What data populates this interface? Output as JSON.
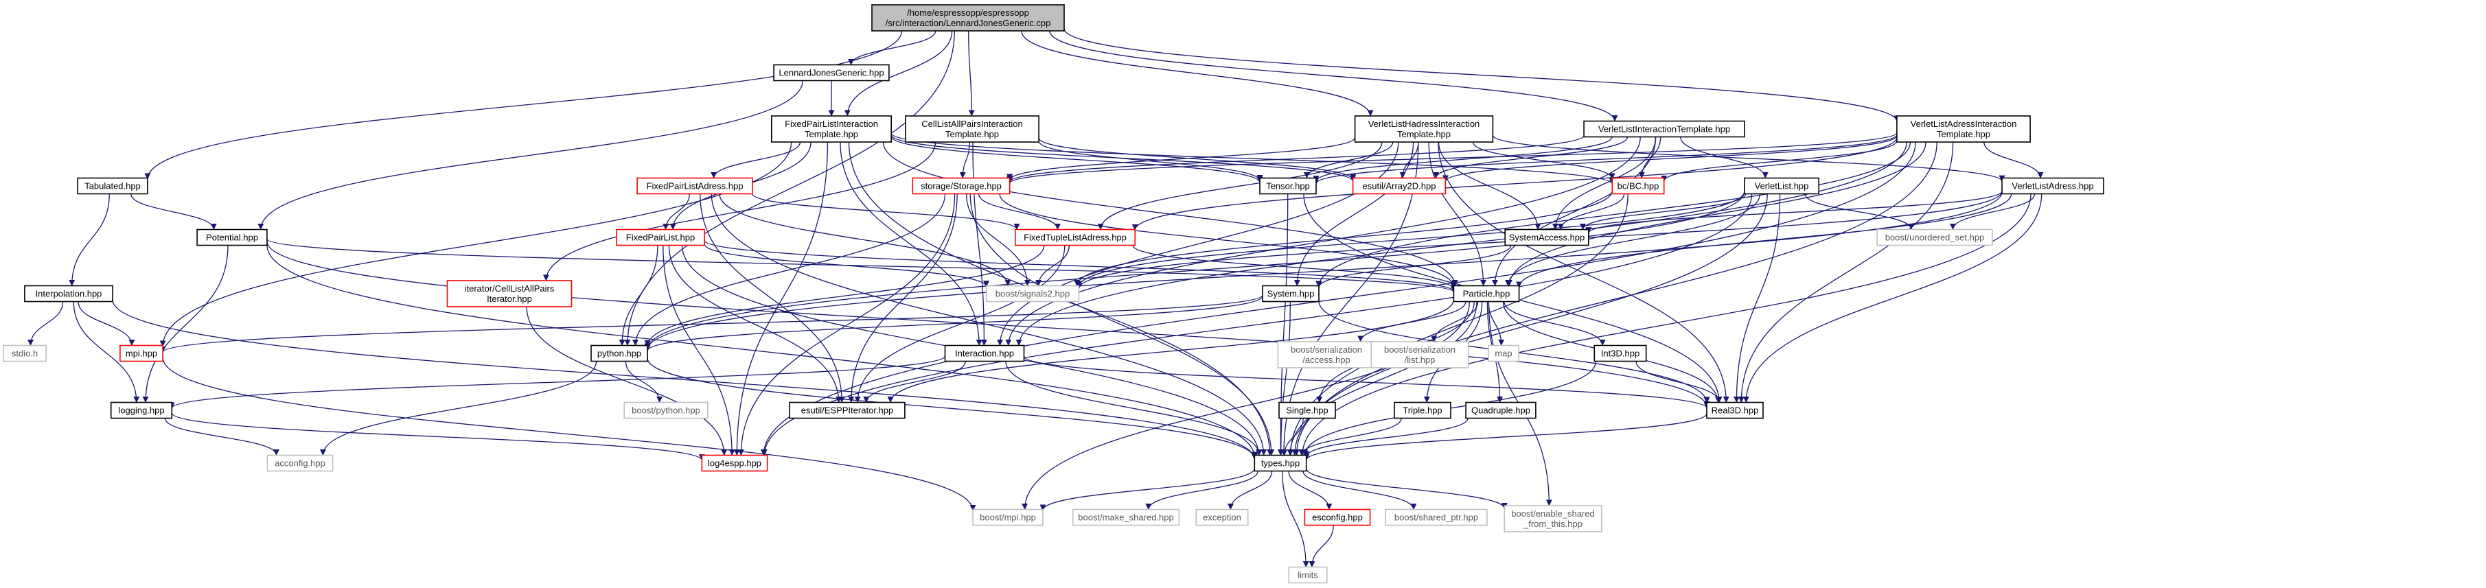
{
  "graph": {
    "colors": {
      "edge": "#191970",
      "node_border": "#000000",
      "missing_border": "#ff0000",
      "system_border": "#bfbfbf",
      "root_fill": "#bfbfbf",
      "text": "#000000",
      "system_text": "#5a5a5a"
    },
    "nodes": [
      {
        "id": "root",
        "lines": [
          "/home/espressopp/espressopp",
          "/src/interaction/LennardJonesGeneric.cpp"
        ],
        "kind": "root"
      },
      {
        "id": "ljg",
        "lines": [
          "LennardJonesGeneric.hpp"
        ],
        "kind": "normal"
      },
      {
        "id": "fpl_tpl",
        "lines": [
          "FixedPairListInteraction",
          "Template.hpp"
        ],
        "kind": "normal"
      },
      {
        "id": "cell_tpl",
        "lines": [
          "CellListAllPairsInteraction",
          "Template.hpp"
        ],
        "kind": "normal"
      },
      {
        "id": "vlh_tpl",
        "lines": [
          "VerletListHadressInteraction",
          "Template.hpp"
        ],
        "kind": "normal"
      },
      {
        "id": "vl_tpl",
        "lines": [
          "VerletListInteractionTemplate.hpp"
        ],
        "kind": "normal"
      },
      {
        "id": "vla_tpl",
        "lines": [
          "VerletListAdressInteraction",
          "Template.hpp"
        ],
        "kind": "normal"
      },
      {
        "id": "tabulated",
        "lines": [
          "Tabulated.hpp"
        ],
        "kind": "normal"
      },
      {
        "id": "fpla",
        "lines": [
          "FixedPairListAdress.hpp"
        ],
        "kind": "missing"
      },
      {
        "id": "storage",
        "lines": [
          "storage/Storage.hpp"
        ],
        "kind": "missing"
      },
      {
        "id": "tensor",
        "lines": [
          "Tensor.hpp"
        ],
        "kind": "normal"
      },
      {
        "id": "array2d",
        "lines": [
          "esutil/Array2D.hpp"
        ],
        "kind": "missing"
      },
      {
        "id": "bc",
        "lines": [
          "bc/BC.hpp"
        ],
        "kind": "missing"
      },
      {
        "id": "vlist",
        "lines": [
          "VerletList.hpp"
        ],
        "kind": "normal"
      },
      {
        "id": "vla",
        "lines": [
          "VerletListAdress.hpp"
        ],
        "kind": "normal"
      },
      {
        "id": "potential",
        "lines": [
          "Potential.hpp"
        ],
        "kind": "normal"
      },
      {
        "id": "fpl",
        "lines": [
          "FixedPairList.hpp"
        ],
        "kind": "missing"
      },
      {
        "id": "ftla",
        "lines": [
          "FixedTupleListAdress.hpp"
        ],
        "kind": "missing"
      },
      {
        "id": "sysaccess",
        "lines": [
          "SystemAccess.hpp"
        ],
        "kind": "normal"
      },
      {
        "id": "unordered",
        "lines": [
          "boost/unordered_set.hpp"
        ],
        "kind": "system"
      },
      {
        "id": "interp",
        "lines": [
          "Interpolation.hpp"
        ],
        "kind": "normal"
      },
      {
        "id": "iterator",
        "lines": [
          "iterator/CellListAllPairs",
          "Iterator.hpp"
        ],
        "kind": "missing"
      },
      {
        "id": "signals2",
        "lines": [
          "boost/signals2.hpp"
        ],
        "kind": "system"
      },
      {
        "id": "system",
        "lines": [
          "System.hpp"
        ],
        "kind": "normal"
      },
      {
        "id": "particle",
        "lines": [
          "Particle.hpp"
        ],
        "kind": "normal"
      },
      {
        "id": "stdio",
        "lines": [
          "stdio.h"
        ],
        "kind": "system"
      },
      {
        "id": "mpi",
        "lines": [
          "mpi.hpp"
        ],
        "kind": "missing"
      },
      {
        "id": "python",
        "lines": [
          "python.hpp"
        ],
        "kind": "normal"
      },
      {
        "id": "interaction",
        "lines": [
          "Interaction.hpp"
        ],
        "kind": "normal"
      },
      {
        "id": "ser_access",
        "lines": [
          "boost/serialization",
          "/access.hpp"
        ],
        "kind": "system"
      },
      {
        "id": "ser_list",
        "lines": [
          "boost/serialization",
          "/list.hpp"
        ],
        "kind": "system"
      },
      {
        "id": "map",
        "lines": [
          "map"
        ],
        "kind": "system"
      },
      {
        "id": "int3d",
        "lines": [
          "Int3D.hpp"
        ],
        "kind": "normal"
      },
      {
        "id": "logging",
        "lines": [
          "logging.hpp"
        ],
        "kind": "normal"
      },
      {
        "id": "boost_python",
        "lines": [
          "boost/python.hpp"
        ],
        "kind": "system"
      },
      {
        "id": "esppiter",
        "lines": [
          "esutil/ESPPIterator.hpp"
        ],
        "kind": "normal"
      },
      {
        "id": "real3d",
        "lines": [
          "Real3D.hpp"
        ],
        "kind": "normal"
      },
      {
        "id": "single",
        "lines": [
          "Single.hpp"
        ],
        "kind": "normal"
      },
      {
        "id": "triple",
        "lines": [
          "Triple.hpp"
        ],
        "kind": "normal"
      },
      {
        "id": "quadruple",
        "lines": [
          "Quadruple.hpp"
        ],
        "kind": "normal"
      },
      {
        "id": "acconfig",
        "lines": [
          "acconfig.hpp"
        ],
        "kind": "system"
      },
      {
        "id": "log4espp",
        "lines": [
          "log4espp.hpp"
        ],
        "kind": "missing"
      },
      {
        "id": "types",
        "lines": [
          "types.hpp"
        ],
        "kind": "normal"
      },
      {
        "id": "boost_mpi",
        "lines": [
          "boost/mpi.hpp"
        ],
        "kind": "system"
      },
      {
        "id": "make_shared",
        "lines": [
          "boost/make_shared.hpp"
        ],
        "kind": "system"
      },
      {
        "id": "exception",
        "lines": [
          "exception"
        ],
        "kind": "system"
      },
      {
        "id": "esconfig",
        "lines": [
          "esconfig.hpp"
        ],
        "kind": "missing"
      },
      {
        "id": "shared_ptr",
        "lines": [
          "boost/shared_ptr.hpp"
        ],
        "kind": "system"
      },
      {
        "id": "enable_shared",
        "lines": [
          "boost/enable_shared",
          "_from_this.hpp"
        ],
        "kind": "system"
      },
      {
        "id": "limits",
        "lines": [
          "limits"
        ],
        "kind": "system"
      }
    ],
    "edges": [
      [
        "root",
        "ljg"
      ],
      [
        "root",
        "fpl_tpl"
      ],
      [
        "root",
        "cell_tpl"
      ],
      [
        "root",
        "vlh_tpl"
      ],
      [
        "root",
        "vl_tpl"
      ],
      [
        "root",
        "vla_tpl"
      ],
      [
        "root",
        "tabulated"
      ],
      [
        "root",
        "python"
      ],
      [
        "ljg",
        "potential"
      ],
      [
        "ljg",
        "fpl_tpl"
      ],
      [
        "tabulated",
        "potential"
      ],
      [
        "tabulated",
        "interp"
      ],
      [
        "fpl_tpl",
        "fpla"
      ],
      [
        "fpl_tpl",
        "fpl"
      ],
      [
        "fpl_tpl",
        "tensor"
      ],
      [
        "fpl_tpl",
        "array2d"
      ],
      [
        "fpl_tpl",
        "bc"
      ],
      [
        "fpl_tpl",
        "interaction"
      ],
      [
        "fpl_tpl",
        "types"
      ],
      [
        "fpl_tpl",
        "mpi"
      ],
      [
        "fpl_tpl",
        "log4espp"
      ],
      [
        "fpl_tpl",
        "particle"
      ],
      [
        "cell_tpl",
        "storage"
      ],
      [
        "cell_tpl",
        "iterator"
      ],
      [
        "cell_tpl",
        "tensor"
      ],
      [
        "cell_tpl",
        "array2d"
      ],
      [
        "cell_tpl",
        "interaction"
      ],
      [
        "vlh_tpl",
        "storage"
      ],
      [
        "vlh_tpl",
        "tensor"
      ],
      [
        "vlh_tpl",
        "array2d"
      ],
      [
        "vlh_tpl",
        "bc"
      ],
      [
        "vlh_tpl",
        "ftla"
      ],
      [
        "vlh_tpl",
        "sysaccess"
      ],
      [
        "vlh_tpl",
        "system"
      ],
      [
        "vlh_tpl",
        "particle"
      ],
      [
        "vlh_tpl",
        "interaction"
      ],
      [
        "vlh_tpl",
        "types"
      ],
      [
        "vlh_tpl",
        "real3d"
      ],
      [
        "vlh_tpl",
        "vla"
      ],
      [
        "vl_tpl",
        "vlist"
      ],
      [
        "vl_tpl",
        "tensor"
      ],
      [
        "vl_tpl",
        "array2d"
      ],
      [
        "vl_tpl",
        "bc"
      ],
      [
        "vl_tpl",
        "sysaccess"
      ],
      [
        "vl_tpl",
        "particle"
      ],
      [
        "vl_tpl",
        "interaction"
      ],
      [
        "vl_tpl",
        "storage"
      ],
      [
        "vla_tpl",
        "vla"
      ],
      [
        "vla_tpl",
        "storage"
      ],
      [
        "vla_tpl",
        "tensor"
      ],
      [
        "vla_tpl",
        "array2d"
      ],
      [
        "vla_tpl",
        "bc"
      ],
      [
        "vla_tpl",
        "ftla"
      ],
      [
        "vla_tpl",
        "particle"
      ],
      [
        "vla_tpl",
        "interaction"
      ],
      [
        "vla_tpl",
        "types"
      ],
      [
        "vla_tpl",
        "real3d"
      ],
      [
        "vla_tpl",
        "log4espp"
      ],
      [
        "vla_tpl",
        "system"
      ],
      [
        "fpla",
        "fpl"
      ],
      [
        "fpla",
        "ftla"
      ],
      [
        "fpla",
        "signals2"
      ],
      [
        "fpla",
        "esppiter"
      ],
      [
        "fpla",
        "types"
      ],
      [
        "fpl",
        "python"
      ],
      [
        "fpl",
        "signals2"
      ],
      [
        "fpl",
        "esppiter"
      ],
      [
        "fpl",
        "types"
      ],
      [
        "fpl",
        "log4espp"
      ],
      [
        "fpl",
        "particle"
      ],
      [
        "storage",
        "ftla"
      ],
      [
        "storage",
        "python"
      ],
      [
        "storage",
        "signals2"
      ],
      [
        "storage",
        "types"
      ],
      [
        "storage",
        "log4espp"
      ],
      [
        "storage",
        "esppiter"
      ],
      [
        "storage",
        "particle"
      ],
      [
        "ftla",
        "signals2"
      ],
      [
        "ftla",
        "particle"
      ],
      [
        "ftla",
        "python"
      ],
      [
        "ftla",
        "esppiter"
      ],
      [
        "tensor",
        "types"
      ],
      [
        "tensor",
        "real3d"
      ],
      [
        "bc",
        "types"
      ],
      [
        "bc",
        "sysaccess"
      ],
      [
        "bc",
        "signals2"
      ],
      [
        "vlist",
        "sysaccess"
      ],
      [
        "vlist",
        "signals2"
      ],
      [
        "vlist",
        "particle"
      ],
      [
        "vlist",
        "python"
      ],
      [
        "vlist",
        "log4espp"
      ],
      [
        "vlist",
        "real3d"
      ],
      [
        "vlist",
        "types"
      ],
      [
        "vlist",
        "unordered"
      ],
      [
        "vla",
        "sysaccess"
      ],
      [
        "vla",
        "particle"
      ],
      [
        "vla",
        "python"
      ],
      [
        "vla",
        "unordered"
      ],
      [
        "vla",
        "real3d"
      ],
      [
        "vla",
        "types"
      ],
      [
        "vla",
        "signals2"
      ],
      [
        "sysaccess",
        "system"
      ],
      [
        "system",
        "python"
      ],
      [
        "system",
        "mpi"
      ],
      [
        "system",
        "types"
      ],
      [
        "system",
        "real3d"
      ],
      [
        "potential",
        "types"
      ],
      [
        "potential",
        "logging"
      ],
      [
        "potential",
        "real3d"
      ],
      [
        "potential",
        "particle"
      ],
      [
        "interp",
        "stdio"
      ],
      [
        "interp",
        "mpi"
      ],
      [
        "interp",
        "logging"
      ],
      [
        "interp",
        "types"
      ],
      [
        "iterator",
        "log4espp"
      ],
      [
        "mpi",
        "boost_mpi"
      ],
      [
        "python",
        "boost_python"
      ],
      [
        "python",
        "types"
      ],
      [
        "python",
        "acconfig"
      ],
      [
        "interaction",
        "types"
      ],
      [
        "interaction",
        "logging"
      ],
      [
        "interaction",
        "esppiter"
      ],
      [
        "interaction",
        "real3d"
      ],
      [
        "particle",
        "ser_access"
      ],
      [
        "particle",
        "ser_list"
      ],
      [
        "particle",
        "map"
      ],
      [
        "particle",
        "int3d"
      ],
      [
        "particle",
        "real3d"
      ],
      [
        "particle",
        "single"
      ],
      [
        "particle",
        "triple"
      ],
      [
        "particle",
        "quadruple"
      ],
      [
        "particle",
        "types"
      ],
      [
        "particle",
        "enable_shared"
      ],
      [
        "particle",
        "boost_mpi"
      ],
      [
        "particle",
        "esppiter"
      ],
      [
        "int3d",
        "types"
      ],
      [
        "int3d",
        "real3d"
      ],
      [
        "single",
        "types"
      ],
      [
        "triple",
        "types"
      ],
      [
        "quadruple",
        "types"
      ],
      [
        "real3d",
        "types"
      ],
      [
        "logging",
        "acconfig"
      ],
      [
        "logging",
        "log4espp"
      ],
      [
        "types",
        "boost_mpi"
      ],
      [
        "types",
        "make_shared"
      ],
      [
        "types",
        "exception"
      ],
      [
        "types",
        "esconfig"
      ],
      [
        "types",
        "shared_ptr"
      ],
      [
        "types",
        "enable_shared"
      ],
      [
        "types",
        "limits"
      ],
      [
        "esconfig",
        "limits"
      ]
    ]
  }
}
